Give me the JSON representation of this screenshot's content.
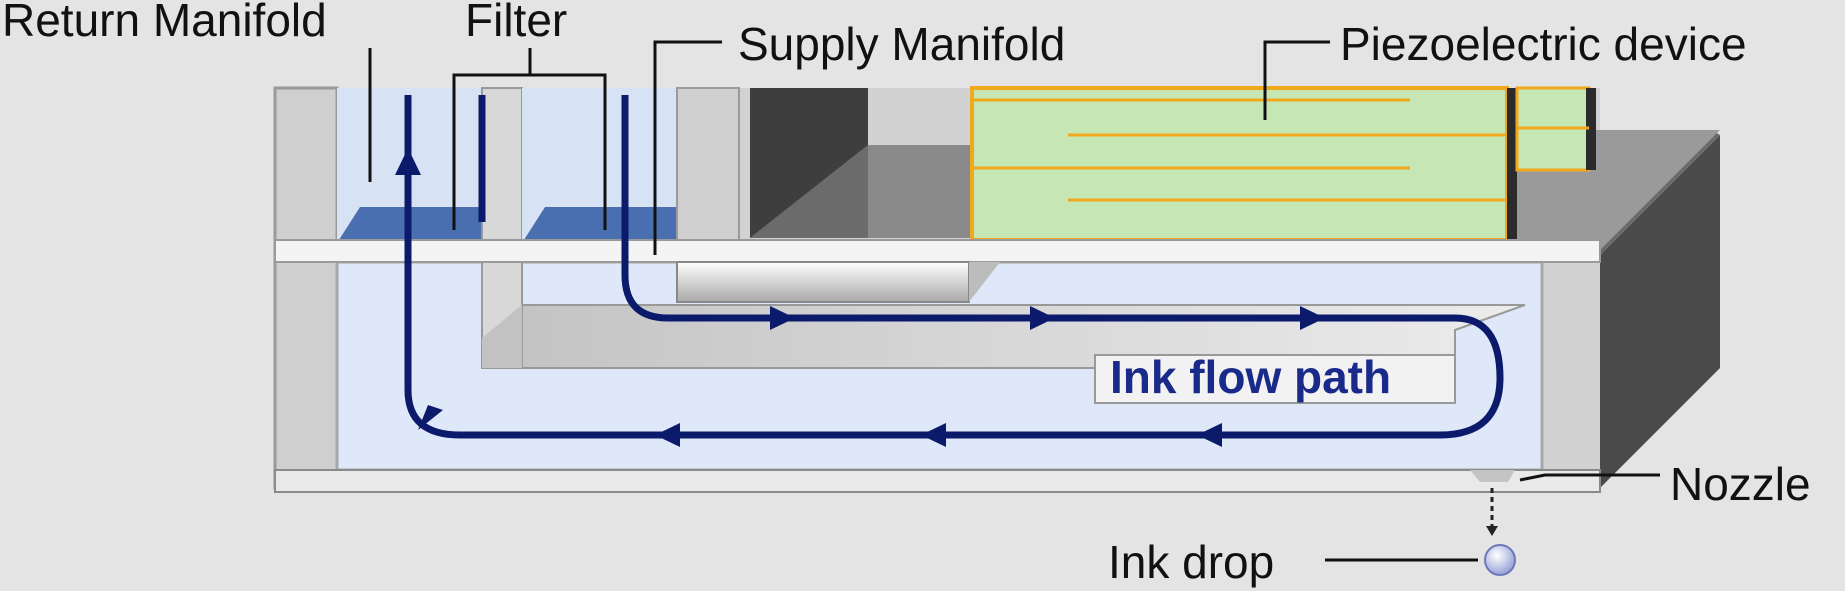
{
  "labels": {
    "return_manifold": "Return Manifold",
    "filter": "Filter",
    "supply_manifold": "Supply Manifold",
    "piezoelectric_device": "Piezoelectric device",
    "ink_flow_path": "Ink flow path",
    "nozzle": "Nozzle",
    "ink_drop": "Ink drop"
  },
  "colors": {
    "background": "#e4e4e4",
    "ink_flow_line": "#0c1a6b",
    "ink_fill": "#dfe8f8",
    "manifold_filter": "#4a6fb0",
    "piezo_fill": "#c6e6b4",
    "piezo_stripes": "#f0a81c",
    "housing_gray": "#c9c9c9",
    "dark_block": "#3e3e3e"
  }
}
